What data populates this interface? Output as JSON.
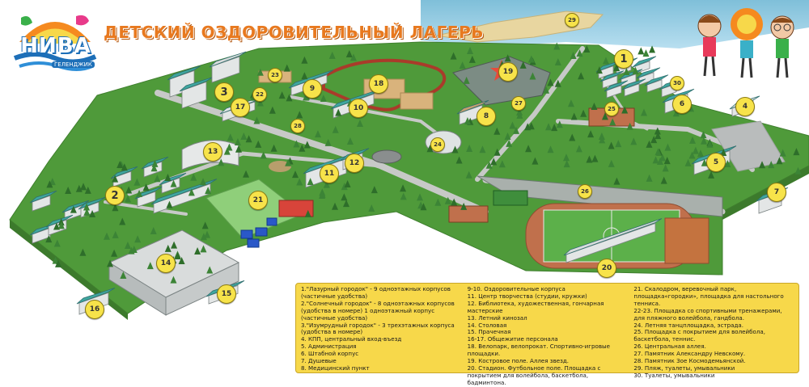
{
  "title": "ДЕТСКИЙ ОЗДОРОВИТЕЛЬНЫЙ ЛАГЕРЬ",
  "logo": {
    "name": "НИВА",
    "subtitle": "ГЕЛЕНДЖИК"
  },
  "colors": {
    "grass": "#4f9a3a",
    "road": "#c7c9c7",
    "legend_bg": "#f7d84a",
    "sea": "#8fc7de",
    "title": "#e8791f",
    "marker": "#f7e34a"
  },
  "markers": [
    "1",
    "2",
    "3",
    "4",
    "5",
    "6",
    "7",
    "8",
    "9",
    "10",
    "11",
    "12",
    "13",
    "14",
    "15",
    "16",
    "17",
    "18",
    "19",
    "20",
    "21",
    "22",
    "23",
    "24",
    "25",
    "26",
    "27",
    "28",
    "29",
    "30"
  ],
  "legend": {
    "columns": [
      [
        "1.\"Лазурный городок\" - 9 одноэтажных корпусов (частичные удобства)",
        "2.\"Солнечный городок\" - 8 одноэтажных корпусов (удобства в номере) 1 одноэтажный корпус (частичные удобства)",
        "3.\"Изумрудный городок\" - 3 трехэтажных корпуса (удобства в номере)",
        "4. КПП, центральный вход-въезд",
        "5. Администрация",
        "6. Штабной корпус",
        "7. Душевые",
        "8. Медицинский пункт"
      ],
      [
        "9-10. Оздоровительные корпуса",
        "11. Центр творчества (студии, кружки)",
        "12. Библиотека, художественная, гончарная мастерские",
        "13. Летний кинозал",
        "14. Столовая",
        "15. Прачечная",
        "16-17. Общежитие персонала",
        "18. Велопарк, велопрокат. Спортивно-игровые площадки.",
        "19. Костровое поле. Аллея звезд.",
        "20. Стадион. Футбольное поле. Площадка с покрытием для волейбола, баскетбола, бадминтона."
      ],
      [
        "21. Скалодром, веревочный парк, площадка«городки», площадка для настольного тенниса.",
        "22-23. Площадка со спортивными тренажерами, для пляжного волейбола, гандбола.",
        "24. Летняя танцплощадка, эстрада.",
        "25. Площадка с покрытием для волейбола, баскетбола, теннис.",
        "26. Центральная аллея.",
        "27. Памятник Александру Невскому.",
        "28. Памятник Зое Космодемьянской.",
        "29. Пляж, туалеты, умывальники",
        "30. Туалеты, умывальники"
      ]
    ]
  }
}
